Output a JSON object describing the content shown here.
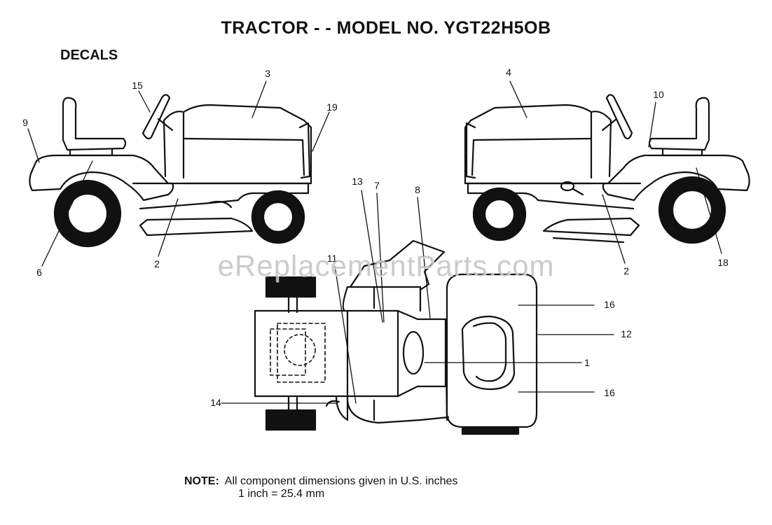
{
  "title": "TRACTOR - - MODEL NO. YGT22H5OB",
  "section": "DECALS",
  "watermark": "eReplacementParts.com",
  "note": {
    "label": "NOTE:",
    "line1": "All component dimensions given in U.S. inches",
    "line2": "1 inch = 25.4 mm"
  },
  "callouts": {
    "c1": "1",
    "c2a": "2",
    "c2b": "2",
    "c3": "3",
    "c4": "4",
    "c6": "6",
    "c7": "7",
    "c8": "8",
    "c9": "9",
    "c10": "10",
    "c11": "11",
    "c12": "12",
    "c13": "13",
    "c14": "14",
    "c15": "15",
    "c16a": "16",
    "c16b": "16",
    "c18": "18",
    "c19": "19"
  }
}
